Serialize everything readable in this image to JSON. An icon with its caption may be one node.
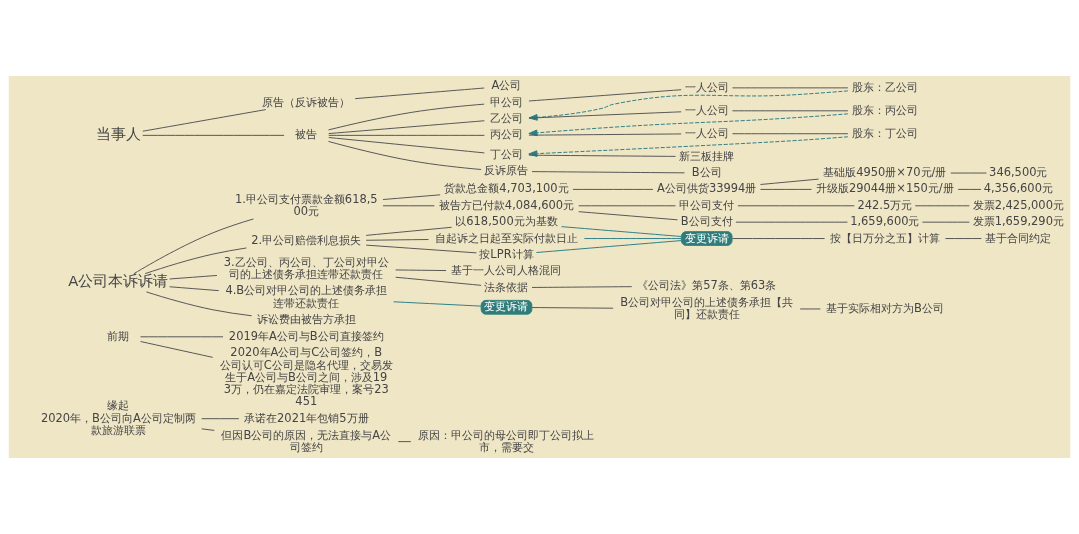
{
  "diagram": {
    "nodes": [
      {
        "text": [
          "当事人"
        ]
      },
      {
        "text": [
          "原告（反诉被告）"
        ]
      },
      {
        "text": [
          "A公司"
        ]
      },
      {
        "text": [
          "被告"
        ]
      },
      {
        "text": [
          "甲公司"
        ]
      },
      {
        "text": [
          "一人公司"
        ]
      },
      {
        "text": [
          "股东：乙公司"
        ]
      },
      {
        "text": [
          "乙公司"
        ]
      },
      {
        "text": [
          "一人公司"
        ]
      },
      {
        "text": [
          "股东：丙公司"
        ]
      },
      {
        "text": [
          "丙公司"
        ]
      },
      {
        "text": [
          "一人公司"
        ]
      },
      {
        "text": [
          "股东：丁公司"
        ]
      },
      {
        "text": [
          "丁公司"
        ]
      },
      {
        "text": [
          "新三板挂牌"
        ]
      },
      {
        "text": [
          "反诉原告"
        ]
      },
      {
        "text": [
          "B公司"
        ]
      },
      {
        "text": [
          "A公司本诉诉请"
        ]
      },
      {
        "text": [
          "1.甲公司支付票款金额618,500元"
        ]
      },
      {
        "text": [
          "货款总金额4,703,100元"
        ]
      },
      {
        "text": [
          "A公司供货33994册"
        ]
      },
      {
        "text": [
          "基础版4950册×70元/册"
        ]
      },
      {
        "text": [
          "346,500元"
        ]
      },
      {
        "text": [
          "升级版29044册×150元/册"
        ]
      },
      {
        "text": [
          "4,356,600元"
        ]
      },
      {
        "text": [
          "被告方已付款4,084,600元"
        ]
      },
      {
        "text": [
          "甲公司支付"
        ]
      },
      {
        "text": [
          "242.5万元"
        ]
      },
      {
        "text": [
          "发票2,425,000元"
        ]
      },
      {
        "text": [
          "B公司支付"
        ]
      },
      {
        "text": [
          "1,659,600元"
        ]
      },
      {
        "text": [
          "发票1,659,290元"
        ]
      },
      {
        "text": [
          "2.甲公司赔偿利息损失"
        ]
      },
      {
        "text": [
          "以618,500元为基数"
        ]
      },
      {
        "text": [
          "自起诉之日起至实际付款日止"
        ]
      },
      {
        "text": [
          "按LPR计算"
        ]
      },
      {
        "text": [
          "变更诉请"
        ]
      },
      {
        "text": [
          "按【日万分之五】计算"
        ]
      },
      {
        "text": [
          "基于合同约定"
        ]
      },
      {
        "text": [
          "3.乙公司、丙公司、丁公司对甲公司的上述债务承担连带还款责任"
        ]
      },
      {
        "text": [
          "基于一人公司人格混同"
        ]
      },
      {
        "text": [
          "法条依据"
        ]
      },
      {
        "text": [
          "《公司法》第57条、第63条"
        ]
      },
      {
        "text": [
          "4.B公司对甲公司的上述债务承担连带还款责任"
        ]
      },
      {
        "text": [
          "变更诉请"
        ]
      },
      {
        "text": [
          "B公司对甲公司的上述债务承担【共同】还款责任"
        ]
      },
      {
        "text": [
          "基于实际相对方为B公司"
        ]
      },
      {
        "text": [
          "诉讼费由被告方承担"
        ]
      },
      {
        "text": [
          "前期"
        ]
      },
      {
        "text": [
          "2019年A公司与B公司直接签约"
        ]
      },
      {
        "text": [
          "2020年A公司与C公司签约，B公司认可C公司是隐名代理，交易发生于A公司与B公司之间，涉及193万，仍在嘉定法院审理，案号23451"
        ]
      },
      {
        "text": [
          "缘起",
          "2020年，B公司向A公司定制两款旅游联票"
        ]
      },
      {
        "text": [
          "承诺在2021年包销5万册"
        ]
      },
      {
        "text": [
          "但因B公司的原因，无法直接与A公司签约"
        ]
      },
      {
        "text": [
          "原因：甲公司的母公司即丁公司拟上市，需要交"
        ]
      }
    ],
    "edges": [
      {
        "from": 0,
        "to": 1,
        "arrow": "none"
      },
      {
        "from": 0,
        "to": 3,
        "arrow": "none"
      },
      {
        "from": 1,
        "to": 2,
        "arrow": "none"
      },
      {
        "from": 3,
        "to": 4,
        "arrow": "none"
      },
      {
        "from": 3,
        "to": 7,
        "arrow": "none"
      },
      {
        "from": 3,
        "to": 10,
        "arrow": "none"
      },
      {
        "from": 3,
        "to": 13,
        "arrow": "none"
      },
      {
        "from": 3,
        "to": 15,
        "arrow": "none"
      },
      {
        "from": 4,
        "to": 5,
        "arrow": "none"
      },
      {
        "from": 5,
        "to": 6,
        "arrow": "none"
      },
      {
        "from": 7,
        "to": 8,
        "arrow": "none"
      },
      {
        "from": 8,
        "to": 9,
        "arrow": "none"
      },
      {
        "from": 10,
        "to": 11,
        "arrow": "none"
      },
      {
        "from": 11,
        "to": 12,
        "arrow": "none"
      },
      {
        "from": 13,
        "to": 14,
        "arrow": "none"
      },
      {
        "from": 15,
        "to": 16,
        "arrow": "none"
      },
      {
        "from": 6,
        "to": 7,
        "arrow": "to",
        "style": "dashed",
        "color": "#2e7d86"
      },
      {
        "from": 9,
        "to": 10,
        "arrow": "to",
        "style": "dashed",
        "color": "#2e7d86"
      },
      {
        "from": 12,
        "to": 13,
        "arrow": "to",
        "style": "dashed",
        "color": "#2e7d86"
      },
      {
        "from": 17,
        "to": 18,
        "arrow": "none"
      },
      {
        "from": 18,
        "to": 19,
        "arrow": "none"
      },
      {
        "from": 19,
        "to": 20,
        "arrow": "none"
      },
      {
        "from": 20,
        "to": 21,
        "arrow": "none"
      },
      {
        "from": 21,
        "to": 22,
        "arrow": "none"
      },
      {
        "from": 20,
        "to": 23,
        "arrow": "none"
      },
      {
        "from": 23,
        "to": 24,
        "arrow": "none"
      },
      {
        "from": 18,
        "to": 25,
        "arrow": "none"
      },
      {
        "from": 25,
        "to": 26,
        "arrow": "none"
      },
      {
        "from": 26,
        "to": 27,
        "arrow": "none"
      },
      {
        "from": 27,
        "to": 28,
        "arrow": "none"
      },
      {
        "from": 25,
        "to": 29,
        "arrow": "none"
      },
      {
        "from": 29,
        "to": 30,
        "arrow": "none"
      },
      {
        "from": 30,
        "to": 31,
        "arrow": "none"
      },
      {
        "from": 17,
        "to": 32,
        "arrow": "none"
      },
      {
        "from": 32,
        "to": 33,
        "arrow": "none"
      },
      {
        "from": 32,
        "to": 34,
        "arrow": "none"
      },
      {
        "from": 32,
        "to": 35,
        "arrow": "none"
      },
      {
        "from": 33,
        "to": 36,
        "arrow": "none",
        "color": "#2e7d86"
      },
      {
        "from": 34,
        "to": 36,
        "arrow": "none",
        "color": "#2e7d86"
      },
      {
        "from": 35,
        "to": 36,
        "arrow": "none",
        "color": "#2e7d86"
      },
      {
        "from": 36,
        "to": 37,
        "arrow": "none"
      },
      {
        "from": 37,
        "to": 38,
        "arrow": "none"
      },
      {
        "from": 17,
        "to": 39,
        "arrow": "none"
      },
      {
        "from": 39,
        "to": 40,
        "arrow": "none"
      },
      {
        "from": 39,
        "to": 41,
        "arrow": "none"
      },
      {
        "from": 41,
        "to": 42,
        "arrow": "none"
      },
      {
        "from": 17,
        "to": 43,
        "arrow": "none"
      },
      {
        "from": 43,
        "to": 44,
        "arrow": "none",
        "color": "#2e7d86"
      },
      {
        "from": 44,
        "to": 45,
        "arrow": "none"
      },
      {
        "from": 45,
        "to": 46,
        "arrow": "none"
      },
      {
        "from": 17,
        "to": 47,
        "arrow": "none"
      },
      {
        "from": 48,
        "to": 49,
        "arrow": "none"
      },
      {
        "from": 48,
        "to": 50,
        "arrow": "none"
      },
      {
        "from": 51,
        "to": 52,
        "arrow": "none"
      },
      {
        "from": 51,
        "to": 53,
        "arrow": "none"
      },
      {
        "from": 53,
        "to": 54,
        "arrow": "none"
      }
    ]
  }
}
